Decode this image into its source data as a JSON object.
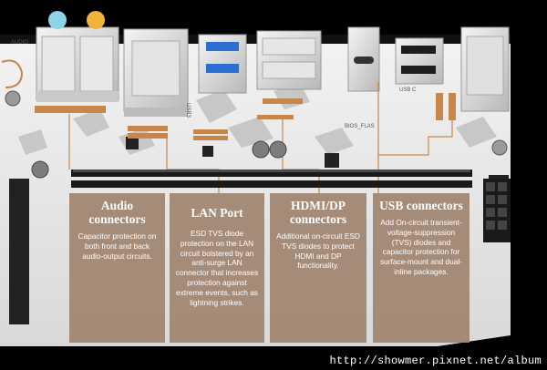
{
  "board_labels": {
    "audio": "AUDIO",
    "usb_c": "USB C",
    "bios_flash": "BIOS_FLAS",
    "usb3": "USB3"
  },
  "panels": [
    {
      "id": "audio",
      "title": "Audio connectors",
      "text": "Capacitor protection on both front and back audio-output circuits."
    },
    {
      "id": "lan",
      "title": "LAN Port",
      "text": "ESD TVS diode protection on the LAN circuit bolstered by an anti-surge LAN connector that increases protection against extreme events, such as lightning strikes."
    },
    {
      "id": "hdmi",
      "title": "HDMI/DP connectors",
      "text": "Additional on-circuit ESD TVS diodes to protect HDMI and DP functionality."
    },
    {
      "id": "usb",
      "title": "USB connectors",
      "text": "Add On-circuit transient-voltage-suppression (TVS) diodes and capacitor protection for surface-mount and dual-inline packages."
    }
  ],
  "watermark": "http://showmer.pixnet.net/album",
  "colors": {
    "accent": "#c8874a",
    "panel": "#a08470",
    "board": "#e6e6e6"
  }
}
